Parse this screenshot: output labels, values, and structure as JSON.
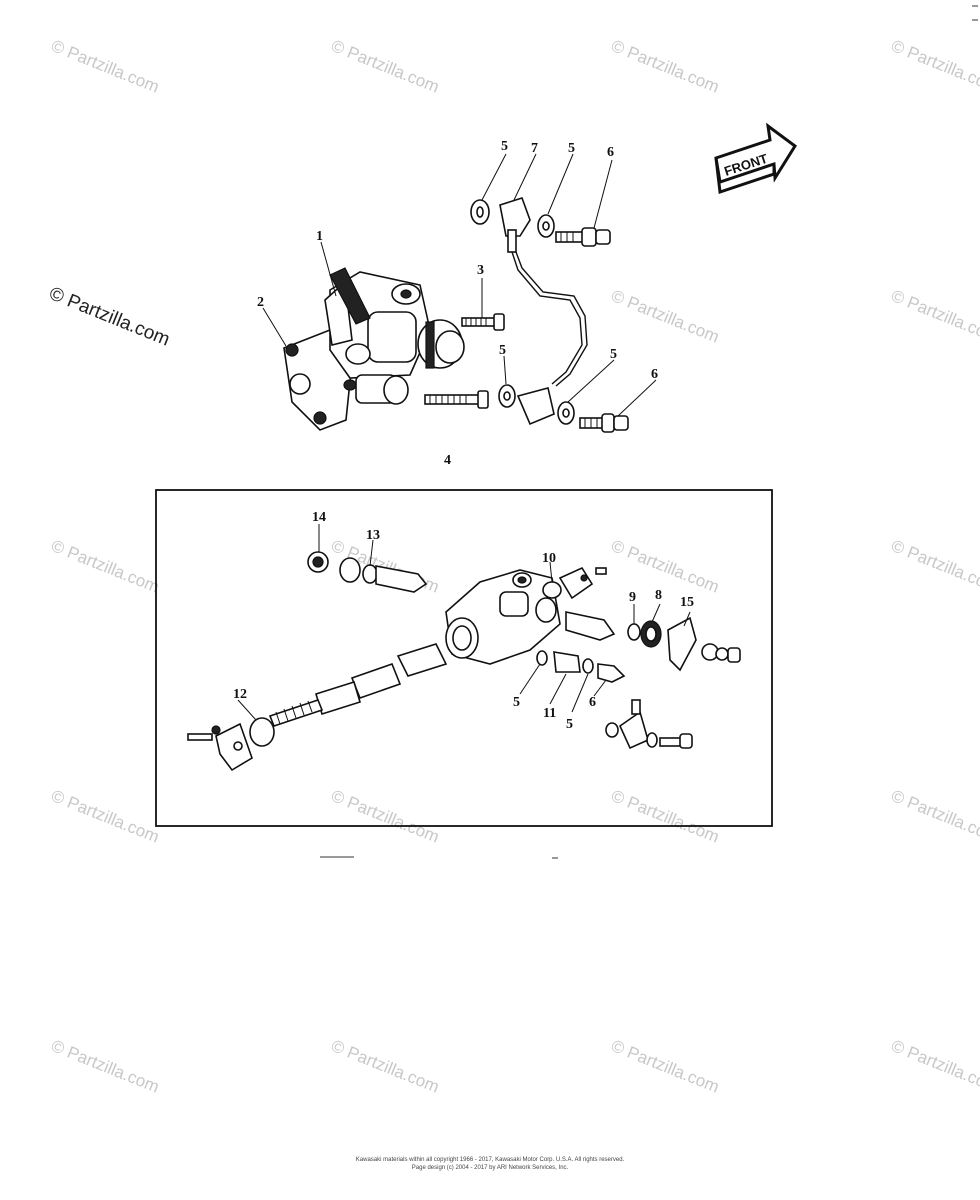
{
  "watermark_text": "© Partzilla.com",
  "front_label": "FRONT",
  "callouts": {
    "c1": "1",
    "c2": "2",
    "c3": "3",
    "c4": "4",
    "c5a": "5",
    "c5b": "5",
    "c5c": "5",
    "c5d": "5",
    "c5e": "5",
    "c5f": "5",
    "c6a": "6",
    "c6b": "6",
    "c6c": "6",
    "c7": "7",
    "c8": "8",
    "c9": "9",
    "c10": "10",
    "c11": "11",
    "c12": "12",
    "c13": "13",
    "c14": "14",
    "c15": "15"
  },
  "footer": {
    "line1": "Kawasaki materials within all copyright 1966 - 2017, Kawasaki Motor Corp. U.S.A. All rights reserved.",
    "line2": "Page design (c) 2004 - 2017 by ARI Network Services, Inc."
  }
}
